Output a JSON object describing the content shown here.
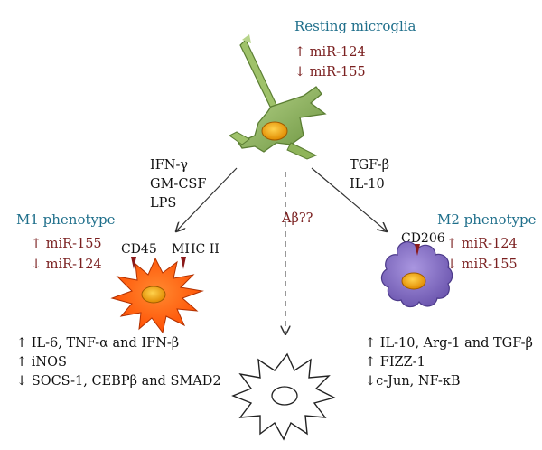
{
  "resting": {
    "title": "Resting microglia",
    "mirnas": [
      "↑ miR-124",
      "↓ miR-155"
    ]
  },
  "m1": {
    "stimuli": [
      "IFN-γ",
      "GM-CSF",
      "LPS"
    ],
    "title": "M1 phenotype",
    "mirnas": [
      "↑ miR-155",
      "↓ miR-124"
    ],
    "markers": [
      "CD45",
      "MHC II"
    ],
    "outputs": [
      "↑ IL-6, TNF-α and IFN-β",
      "↑ iNOS",
      "↓ SOCS-1, CEBPβ and SMAD2"
    ]
  },
  "m2": {
    "stimuli": [
      "TGF-β",
      "IL-10"
    ],
    "title": "M2 phenotype",
    "mirnas": [
      "↑ miR-124",
      "↓ miR-155"
    ],
    "marker": "CD206",
    "outputs": [
      "↑ IL-10, Arg-1 and TGF-β",
      "↑ FIZZ-1",
      "↓c-Jun, NF-κB"
    ]
  },
  "center": {
    "label": "Aβ??"
  },
  "colors": {
    "microglia_green": "#8fb45a",
    "m1_orange": "#ff5a00",
    "m2_purple": "#8a73c9",
    "nucleus": "#f5a000",
    "marker": "#8b1a1a",
    "teal_text": "#1f6f8b",
    "red_text": "#7a1f1f"
  }
}
